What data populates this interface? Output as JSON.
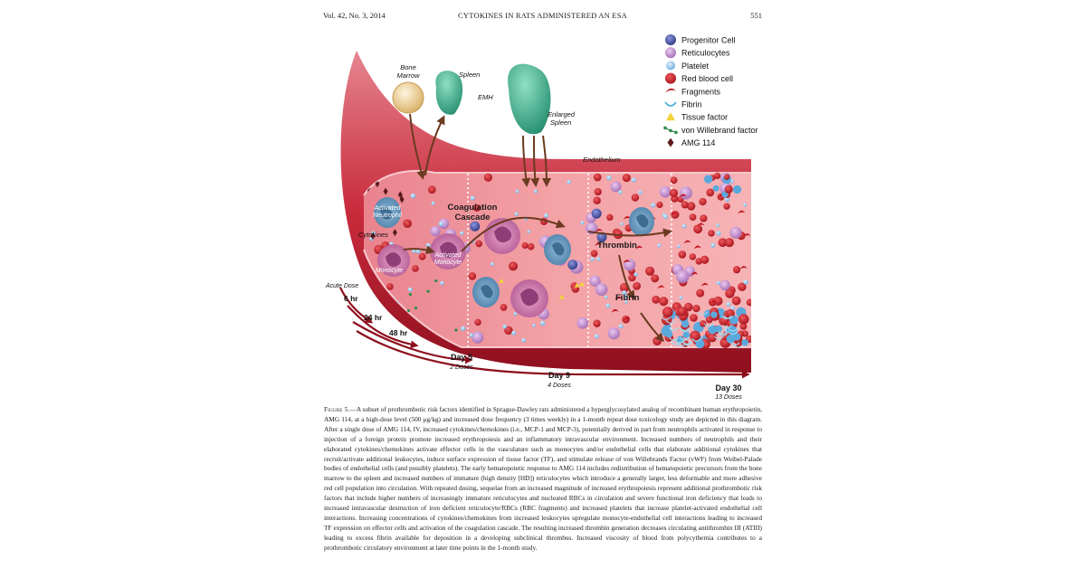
{
  "header": {
    "left": "Vol. 42, No. 3, 2014",
    "center": "CYTOKINES IN RATS ADMINISTERED AN ESA",
    "right": "551"
  },
  "legend": [
    {
      "label": "Progenitor Cell",
      "icon": "progenitor-cell-icon",
      "color": "#4a56a6"
    },
    {
      "label": "Reticulocytes",
      "icon": "reticulocyte-icon",
      "color": "#c58ad0"
    },
    {
      "label": "Platelet",
      "icon": "platelet-icon",
      "color": "#8fc3ea"
    },
    {
      "label": "Red blood cell",
      "icon": "red-blood-cell-icon",
      "color": "#d0191f"
    },
    {
      "label": "Fragments",
      "icon": "fragment-icon",
      "color": "#c0141c"
    },
    {
      "label": "Fibrin",
      "icon": "fibrin-icon",
      "color": "#4ab3d8"
    },
    {
      "label": "Tissue factor",
      "icon": "tissue-factor-icon",
      "color": "#f2d33a"
    },
    {
      "label": "von Willebrand factor",
      "icon": "von-willebrand-factor-icon",
      "color": "#2e8a4c"
    },
    {
      "label": "AMG 114",
      "icon": "amg-114-icon",
      "color": "#5a1a1c"
    }
  ],
  "figure_labels": {
    "bone_marrow": [
      "Bone",
      "Marrow"
    ],
    "spleen": "Spleen",
    "emh": "EMH",
    "enlarged_spleen": [
      "Enlarged",
      "Spleen"
    ],
    "endothelium": "Endothelium",
    "activated_neutrophil": [
      "Activated",
      "Neutrophil"
    ],
    "cytokines": "Cytokines",
    "monocyte": "Monocyte",
    "activated_monocyte": [
      "Activated",
      "Monocyte"
    ],
    "coagulation_cascade": [
      "Coagulation",
      "Cascade"
    ],
    "thrombin": "Thrombin",
    "fibrin": "Fibrin"
  },
  "timeline": {
    "acute_dose": "Acute Dose",
    "points": [
      {
        "label": "6 hr",
        "sub": ""
      },
      {
        "label": "24 hr",
        "sub": ""
      },
      {
        "label": "48 hr",
        "sub": ""
      },
      {
        "label": "Day 5",
        "sub": "2 Doses"
      },
      {
        "label": "Day 9",
        "sub": "4 Doses"
      },
      {
        "label": "Day 30",
        "sub": "13 Doses"
      }
    ]
  },
  "caption": {
    "lead": "Figure 5.",
    "text": "—A subset of prothrombotic risk factors identified in Sprague-Dawley rats administered a hyperglycosylated analog of recombinant human erythropoietin, AMG 114, at a high-dose level (500 μg/kg) and increased dose frequency (3 times weekly) in a 1-month repeat dose toxicology study are depicted in this diagram. After a single dose of AMG 114, IV, increased cytokines/chemokines (i.e., MCP-1 and MCP-3), potentially derived in part from neutrophils activated in response to injection of a foreign protein promote increased erythropoiesis and an inflammatory intravascular environment. Increased numbers of neutrophils and their elaborated cytokines/chemokines activate effector cells in the vasculature such as monocytes and/or endothelial cells that elaborate additional cytokines that recruit/activate additional leukocytes, induce surface expression of tissue factor (TF), and stimulate release of von Willebrands Factor (vWF) from Weibel-Palade bodies of endothelial cells (and possibly platelets). The early hematopoietic response to AMG 114 includes redistribution of hematopoietic precursors from the bone marrow to the spleen and increased numbers of immature (high density [HD]) reticulocytes which introduce a generally larger, less deformable and more adhesive red cell population into circulation. With repeated dosing, sequelae from an increased magnitude of increased erythropoiesis represent additional prothrombotic risk factors that include higher numbers of increasingly immature reticulocytes and nucleated RBCs in circulation and severe functional iron deficiency that leads to increased intravascular destruction of iron deficient reticulocyte/RBCs (RBC fragments) and increased platelets that increase platelet-activated endothelial cell interactions. Increasing concentrations of cytokines/chemokines from increased leukocytes upregulate monocyte-endothelial cell interactions leading to increased TF expression on effector cells and activation of the coagulation cascade. The resulting increased thrombin generation decreases circulating antithrombin III (ATIII) leading to excess fibrin available for deposition in a developing subclinical thrombus. Increased viscosity of blood from polycythemia contributes to a prothrombotic circulatory environment at later time points in the 1-month study."
  }
}
